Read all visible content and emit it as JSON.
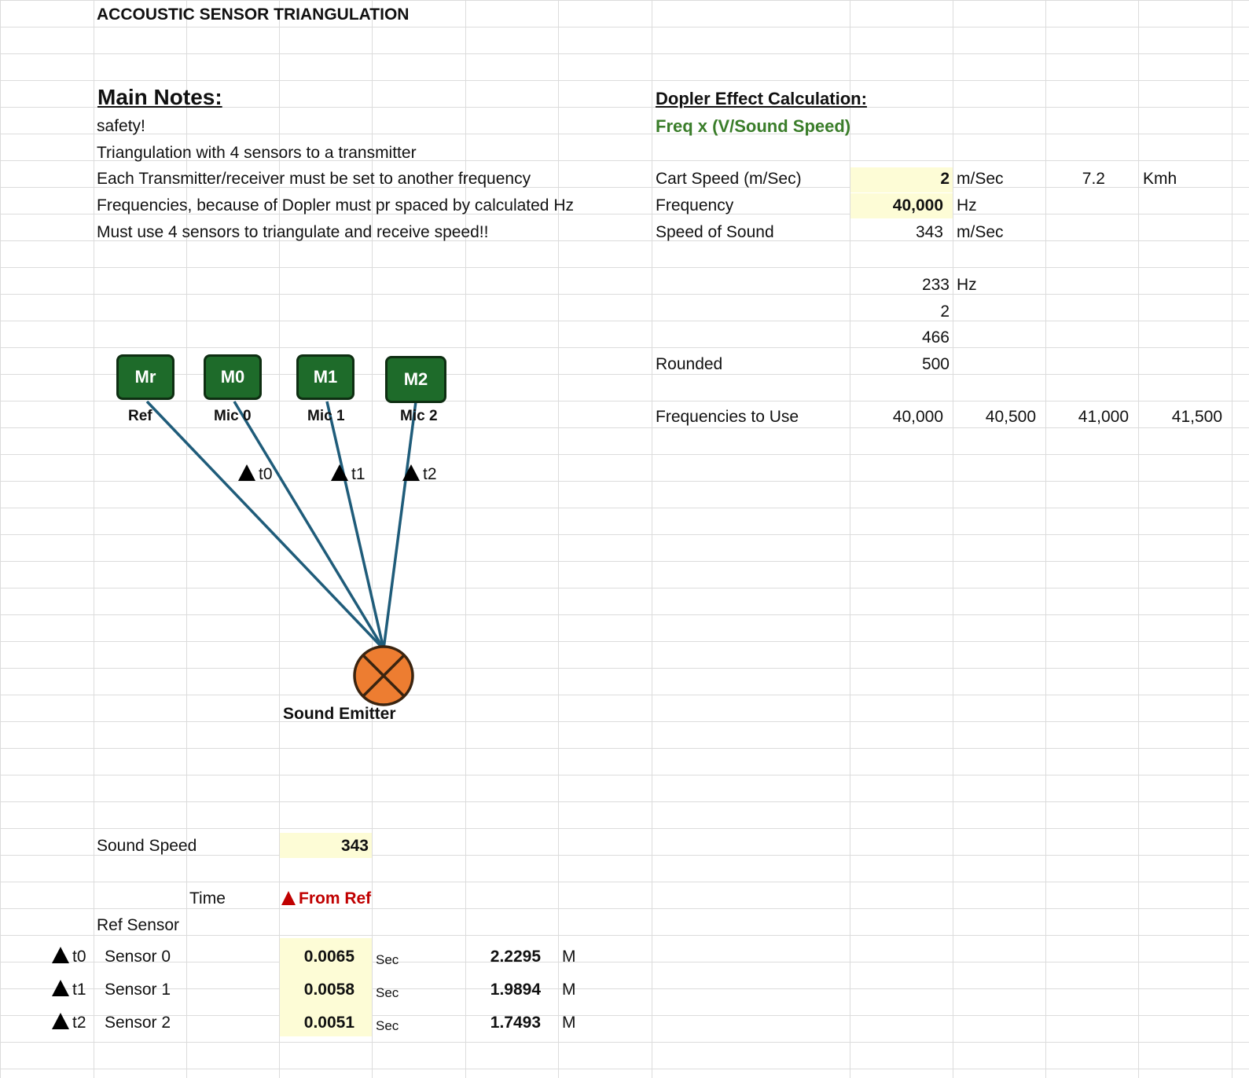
{
  "sheet_title": "ACCOUSTIC SENSOR TRIANGULATION",
  "notes": {
    "heading": "Main Notes:",
    "lines": [
      "safety!",
      "Triangulation with 4 sensors to a transmitter",
      "Each Transmitter/receiver must be set to another frequency",
      "Frequencies, because of Dopler must pr spaced by calculated Hz",
      "Must use 4 sensors to triangulate and receive speed!!"
    ]
  },
  "doppler": {
    "heading": "Dopler Effect Calculation:",
    "formula": "Freq x (V/Sound Speed)",
    "cart_speed_label": "Cart Speed (m/Sec)",
    "cart_speed_value": "2",
    "cart_speed_unit": "m/Sec",
    "cart_speed_kmh_value": "7.2",
    "cart_speed_kmh_unit": "Kmh",
    "frequency_label": "Frequency",
    "frequency_value": "40,000",
    "frequency_unit": "Hz",
    "sound_speed_label": "Speed of Sound",
    "sound_speed_value": "343",
    "sound_speed_unit": "m/Sec",
    "shift_value": "233",
    "shift_unit": "Hz",
    "multiplier": "2",
    "spacing": "466",
    "rounded_label": "Rounded",
    "rounded_value": "500",
    "freqs_label": "Frequencies to Use",
    "freqs": [
      "40,000",
      "40,500",
      "41,000",
      "41,500"
    ]
  },
  "diagram": {
    "mics": [
      {
        "name": "Mr",
        "label": "Ref"
      },
      {
        "name": "M0",
        "label": "Mic 0"
      },
      {
        "name": "M1",
        "label": "Mic 1"
      },
      {
        "name": "M2",
        "label": "Mic 2"
      }
    ],
    "deltas": [
      "t0",
      "t1",
      "t2"
    ],
    "emitter_label": "Sound Emitter",
    "line_color": "#1f5c7a",
    "emitter_color": "#ed7d31",
    "mic_color": "#1e6b2a"
  },
  "calc": {
    "sound_speed_label": "Sound Speed",
    "sound_speed_value": "343",
    "time_header": "Time",
    "from_ref_header": "From Ref",
    "ref_sensor_label": "Ref Sensor",
    "rows": [
      {
        "delta": "t0",
        "sensor": "Sensor 0",
        "time": "0.0065",
        "time_unit": "Sec",
        "dist": "2.2295",
        "dist_unit": "M"
      },
      {
        "delta": "t1",
        "sensor": "Sensor 1",
        "time": "0.0058",
        "time_unit": "Sec",
        "dist": "1.9894",
        "dist_unit": "M"
      },
      {
        "delta": "t2",
        "sensor": "Sensor 2",
        "time": "0.0051",
        "time_unit": "Sec",
        "dist": "1.7493",
        "dist_unit": "M"
      }
    ]
  },
  "colors": {
    "input_fill": "#fdfcd6",
    "gridline": "#dcdcdc",
    "formula_green": "#3a7d2a",
    "header_red": "#c00000"
  }
}
